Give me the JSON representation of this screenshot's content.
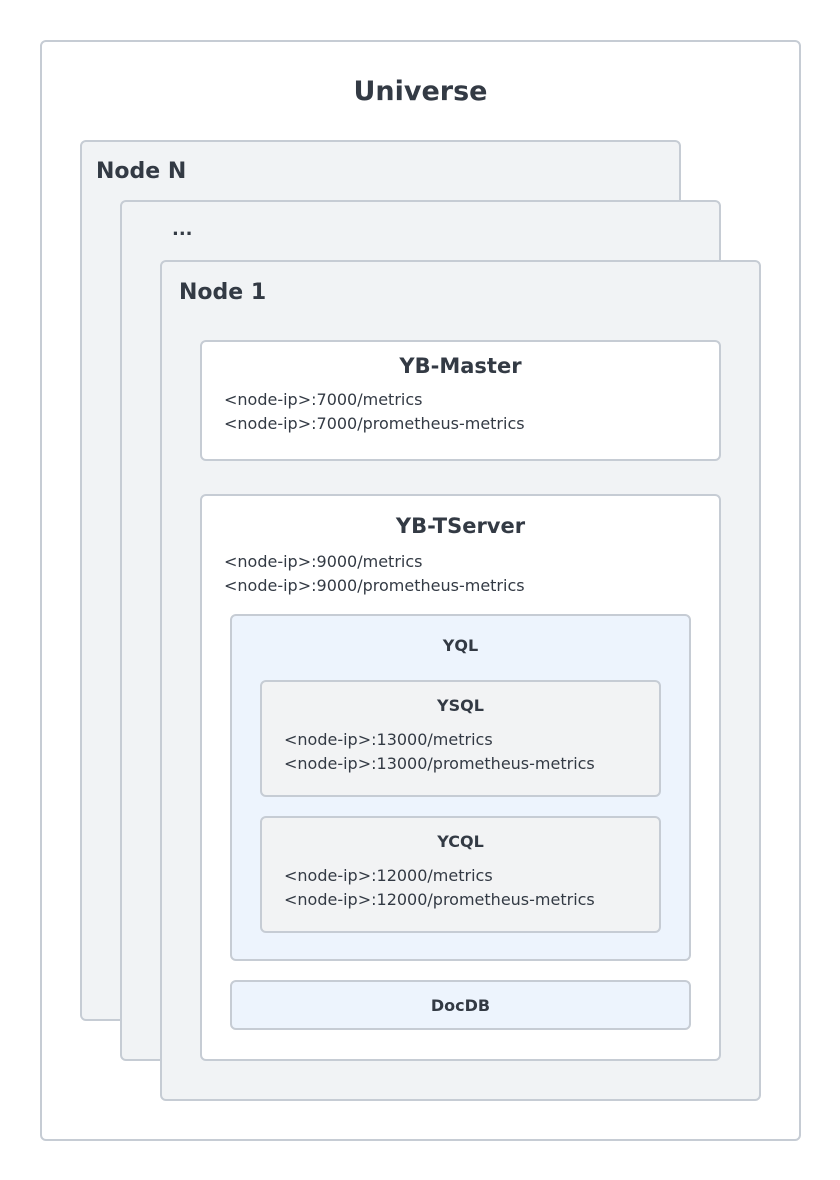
{
  "universe": {
    "title": "Universe"
  },
  "nodes": {
    "node_n": {
      "label": "Node N"
    },
    "ellipsis": {
      "label": "..."
    },
    "node_1": {
      "label": "Node 1"
    }
  },
  "yb_master": {
    "title": "YB-Master",
    "endpoints": [
      "<node-ip>:7000/metrics",
      "<node-ip>:7000/prometheus-metrics"
    ]
  },
  "yb_tserver": {
    "title": "YB-TServer",
    "endpoints": [
      "<node-ip>:9000/metrics",
      "<node-ip>:9000/prometheus-metrics"
    ],
    "yql": {
      "title": "YQL",
      "ysql": {
        "title": "YSQL",
        "endpoints": [
          "<node-ip>:13000/metrics",
          "<node-ip>:13000/prometheus-metrics"
        ]
      },
      "ycql": {
        "title": "YCQL",
        "endpoints": [
          "<node-ip>:12000/metrics",
          "<node-ip>:12000/prometheus-metrics"
        ]
      }
    },
    "docdb": {
      "title": "DocDB"
    }
  }
}
